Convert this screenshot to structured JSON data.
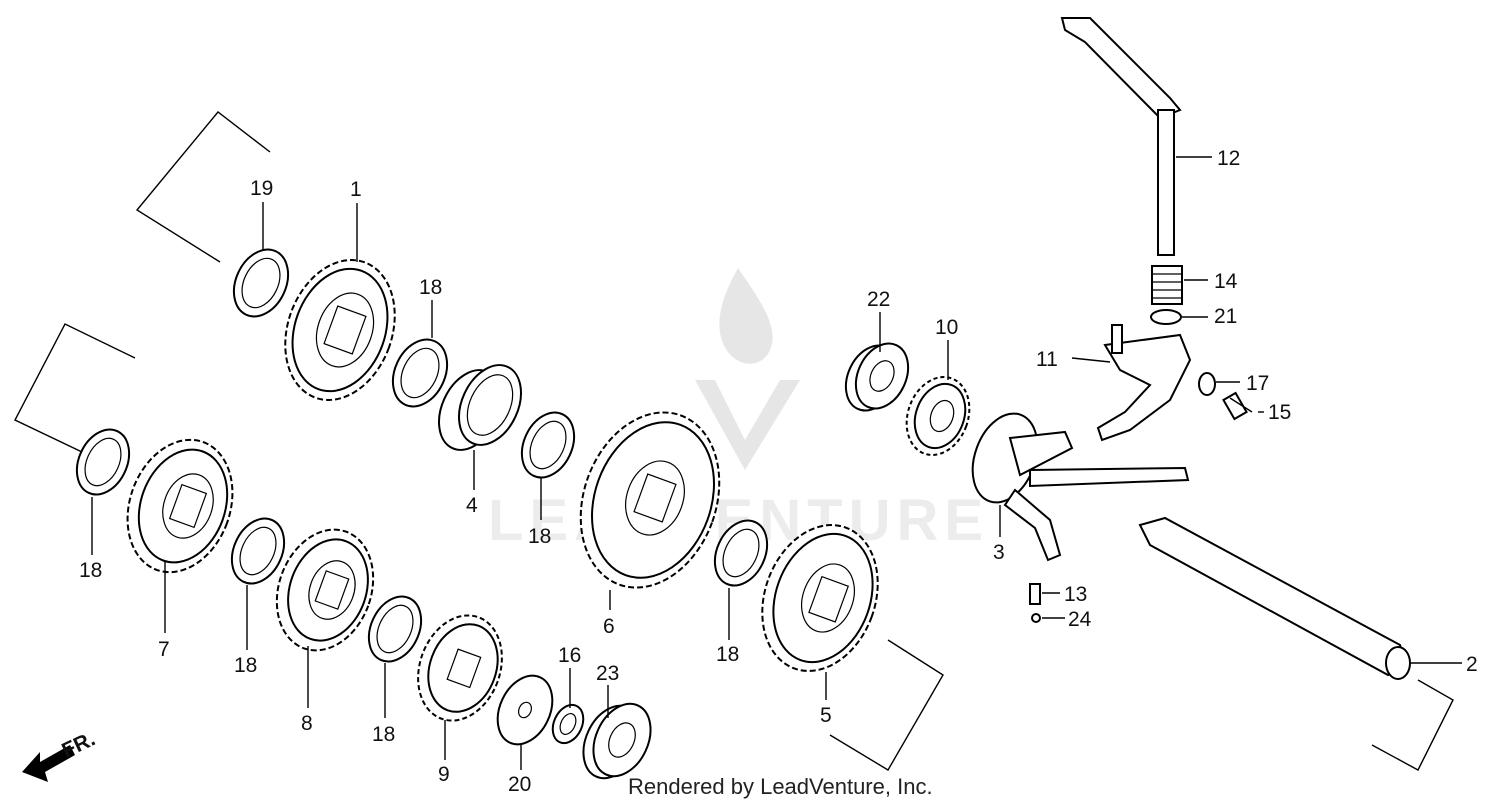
{
  "watermark": {
    "text": "LEADVENTURE"
  },
  "credit": "Rendered by LeadVenture, Inc.",
  "direction_label": "FR.",
  "callouts": {
    "p1": "1",
    "p2": "2",
    "p3": "3",
    "p4": "4",
    "p5": "5",
    "p6": "6",
    "p7": "7",
    "p8": "8",
    "p9": "9",
    "p10": "10",
    "p11": "11",
    "p12": "12",
    "p13": "13",
    "p14": "14",
    "p15": "15",
    "p16": "16",
    "p17": "17",
    "p18a": "18",
    "p18b": "18",
    "p18c": "18",
    "p18d": "18",
    "p18e": "18",
    "p18f": "18",
    "p19": "19",
    "p20": "20",
    "p21": "21",
    "p22": "22",
    "p23": "23",
    "p24": "24"
  }
}
